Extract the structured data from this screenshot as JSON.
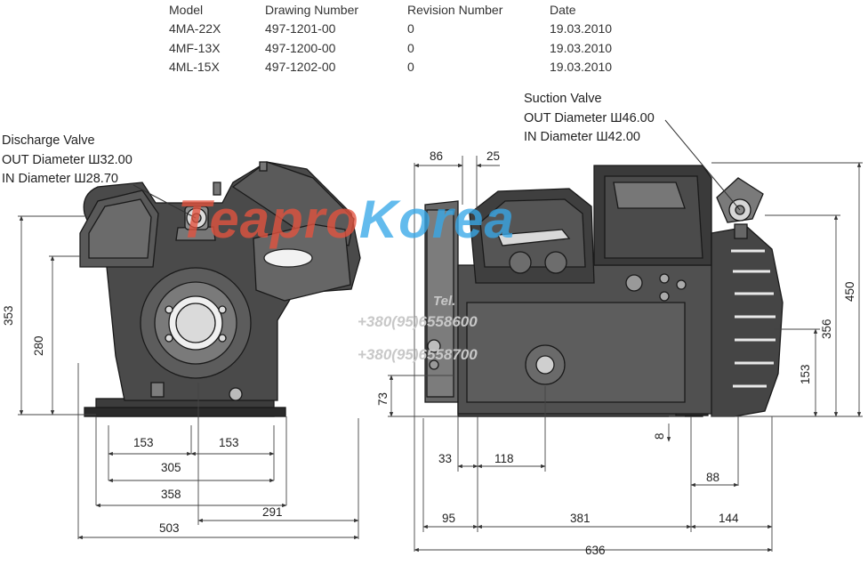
{
  "table": {
    "headers": [
      "Model",
      "Drawing Number",
      "Revision Number",
      "Date"
    ],
    "rows": [
      [
        "4MA-22X",
        "497-1201-00",
        "0",
        "19.03.2010"
      ],
      [
        "4MF-13X",
        "497-1200-00",
        "0",
        "19.03.2010"
      ],
      [
        "4ML-15X",
        "497-1202-00",
        "0",
        "19.03.2010"
      ]
    ]
  },
  "discharge_valve": {
    "title": "Discharge Valve",
    "out": "OUT Diameter Ш32.00",
    "in": "IN Diameter Ш28.70"
  },
  "suction_valve": {
    "title": "Suction Valve",
    "out": "OUT Diameter Ш46.00",
    "in": "IN Diameter Ш42.00"
  },
  "front_view": {
    "dims": {
      "h353": "353",
      "h280": "280",
      "w153a": "153",
      "w153b": "153",
      "w305": "305",
      "w358": "358",
      "w291": "291",
      "w503": "503"
    }
  },
  "side_view": {
    "dims": {
      "t86": "86",
      "t25": "25",
      "h450": "450",
      "h356": "356",
      "h153": "153",
      "h73": "73",
      "h8": "8",
      "b33": "33",
      "b118": "118",
      "b88": "88",
      "b95": "95",
      "b381": "381",
      "b144": "144",
      "b636": "636"
    }
  },
  "watermark": {
    "logo_a": "Teapro",
    "logo_b": "Korea",
    "tel": "Tel.",
    "phone1": "+380(95)6558600",
    "phone2": "+380(95)6558700",
    "colors": {
      "logo_a": "#e4533f",
      "logo_b": "#38a8e8",
      "phone": "#c9c9c9"
    }
  }
}
